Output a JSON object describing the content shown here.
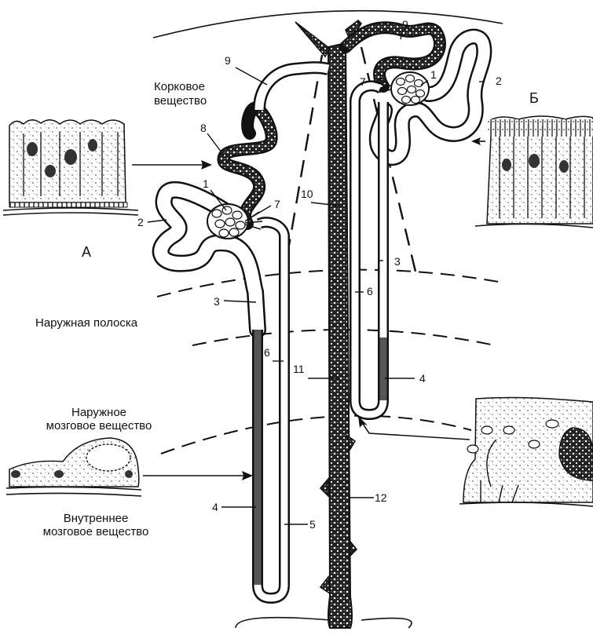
{
  "zones": {
    "cortex": [
      "Корковое",
      "вещество"
    ],
    "outer_stripe": "Наружная полоска",
    "outer_medulla": [
      "Наружное",
      "мозговое вещество"
    ],
    "inner_medulla": [
      "Внутреннее",
      "мозговое вещество"
    ]
  },
  "insets": {
    "a": "А",
    "b": "Б"
  },
  "numbers": {
    "n1a": "1",
    "n1b": "1",
    "n2a": "2",
    "n2b": "2",
    "n3a": "3",
    "n3b": "3",
    "n4a": "4",
    "n4b": "4",
    "n5": "5",
    "n6a": "6",
    "n6b": "6",
    "n7a": "7",
    "n7b": "7",
    "n8": "8",
    "n9a": "9",
    "n9b": "9",
    "n10": "10",
    "n11": "11",
    "n12": "12"
  },
  "colors": {
    "ink": "#111111",
    "background": "#ffffff"
  }
}
